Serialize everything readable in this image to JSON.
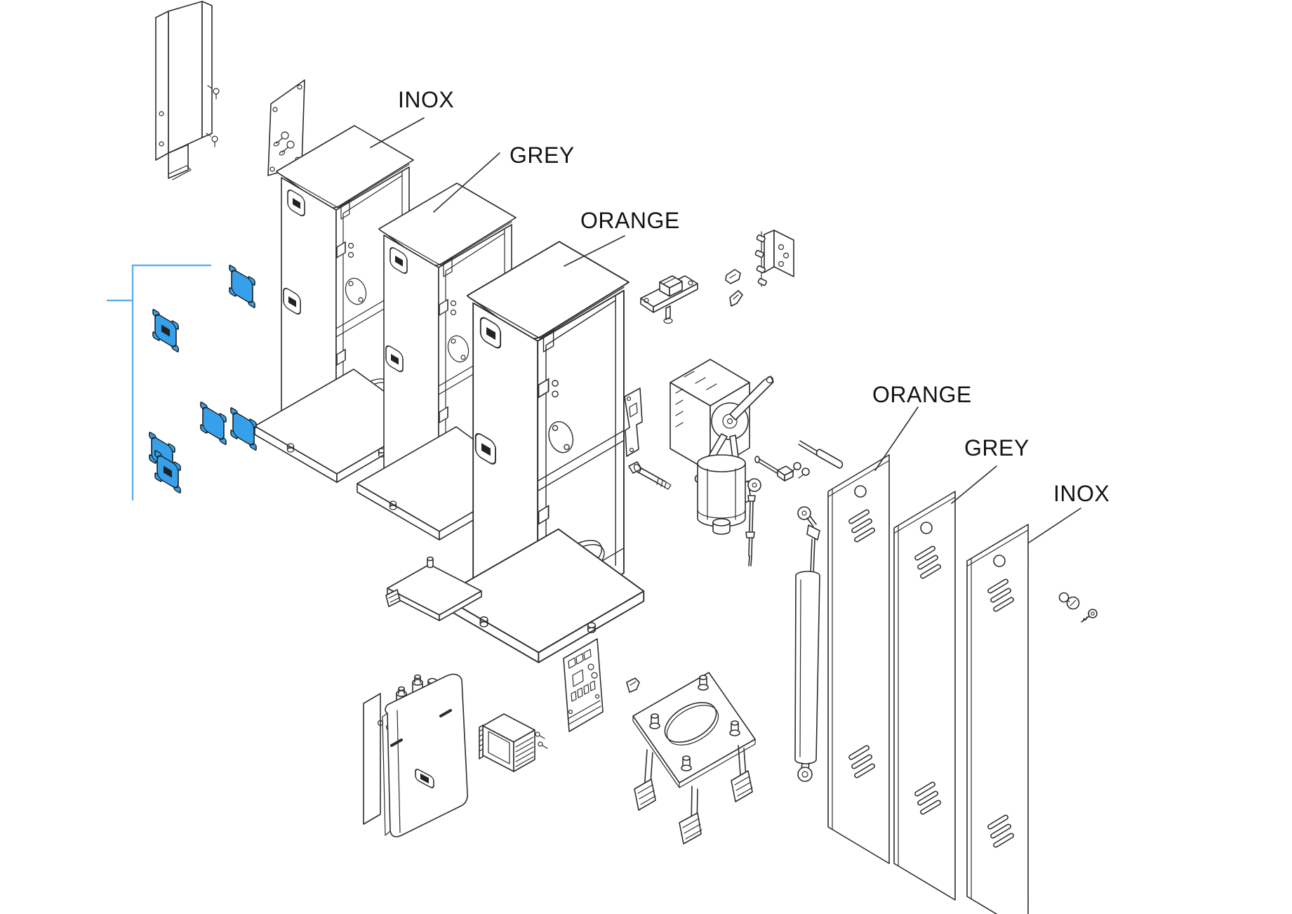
{
  "title": "Barrier column exploded parts diagram",
  "labels": {
    "column_inox": "INOX",
    "column_grey": "GREY",
    "column_orange": "ORANGE",
    "door_orange": "ORANGE",
    "door_grey": "GREY",
    "door_inox": "INOX"
  },
  "colors": {
    "background": "#ffffff",
    "line": "#2d2d2d",
    "label_text": "#141414",
    "highlight_part_blue": "#36a1ea",
    "callout_bracket_blue": "#5fb0ea"
  },
  "parts": [
    "mounting-channel",
    "fixing-plate",
    "column-inox",
    "column-grey",
    "column-orange",
    "blue-cover-cap",
    "top-bar-bracket",
    "clip-small",
    "hinge-bracket",
    "latch-plate",
    "gearmotor",
    "release-lever",
    "pivot-bolt",
    "link-rod",
    "release-handle",
    "balancing-damper",
    "foundation-plate",
    "control-board",
    "transformer",
    "control-box",
    "base-plate",
    "door-panel-orange",
    "door-panel-grey",
    "door-panel-inox",
    "lock-barrel-and-key"
  ]
}
